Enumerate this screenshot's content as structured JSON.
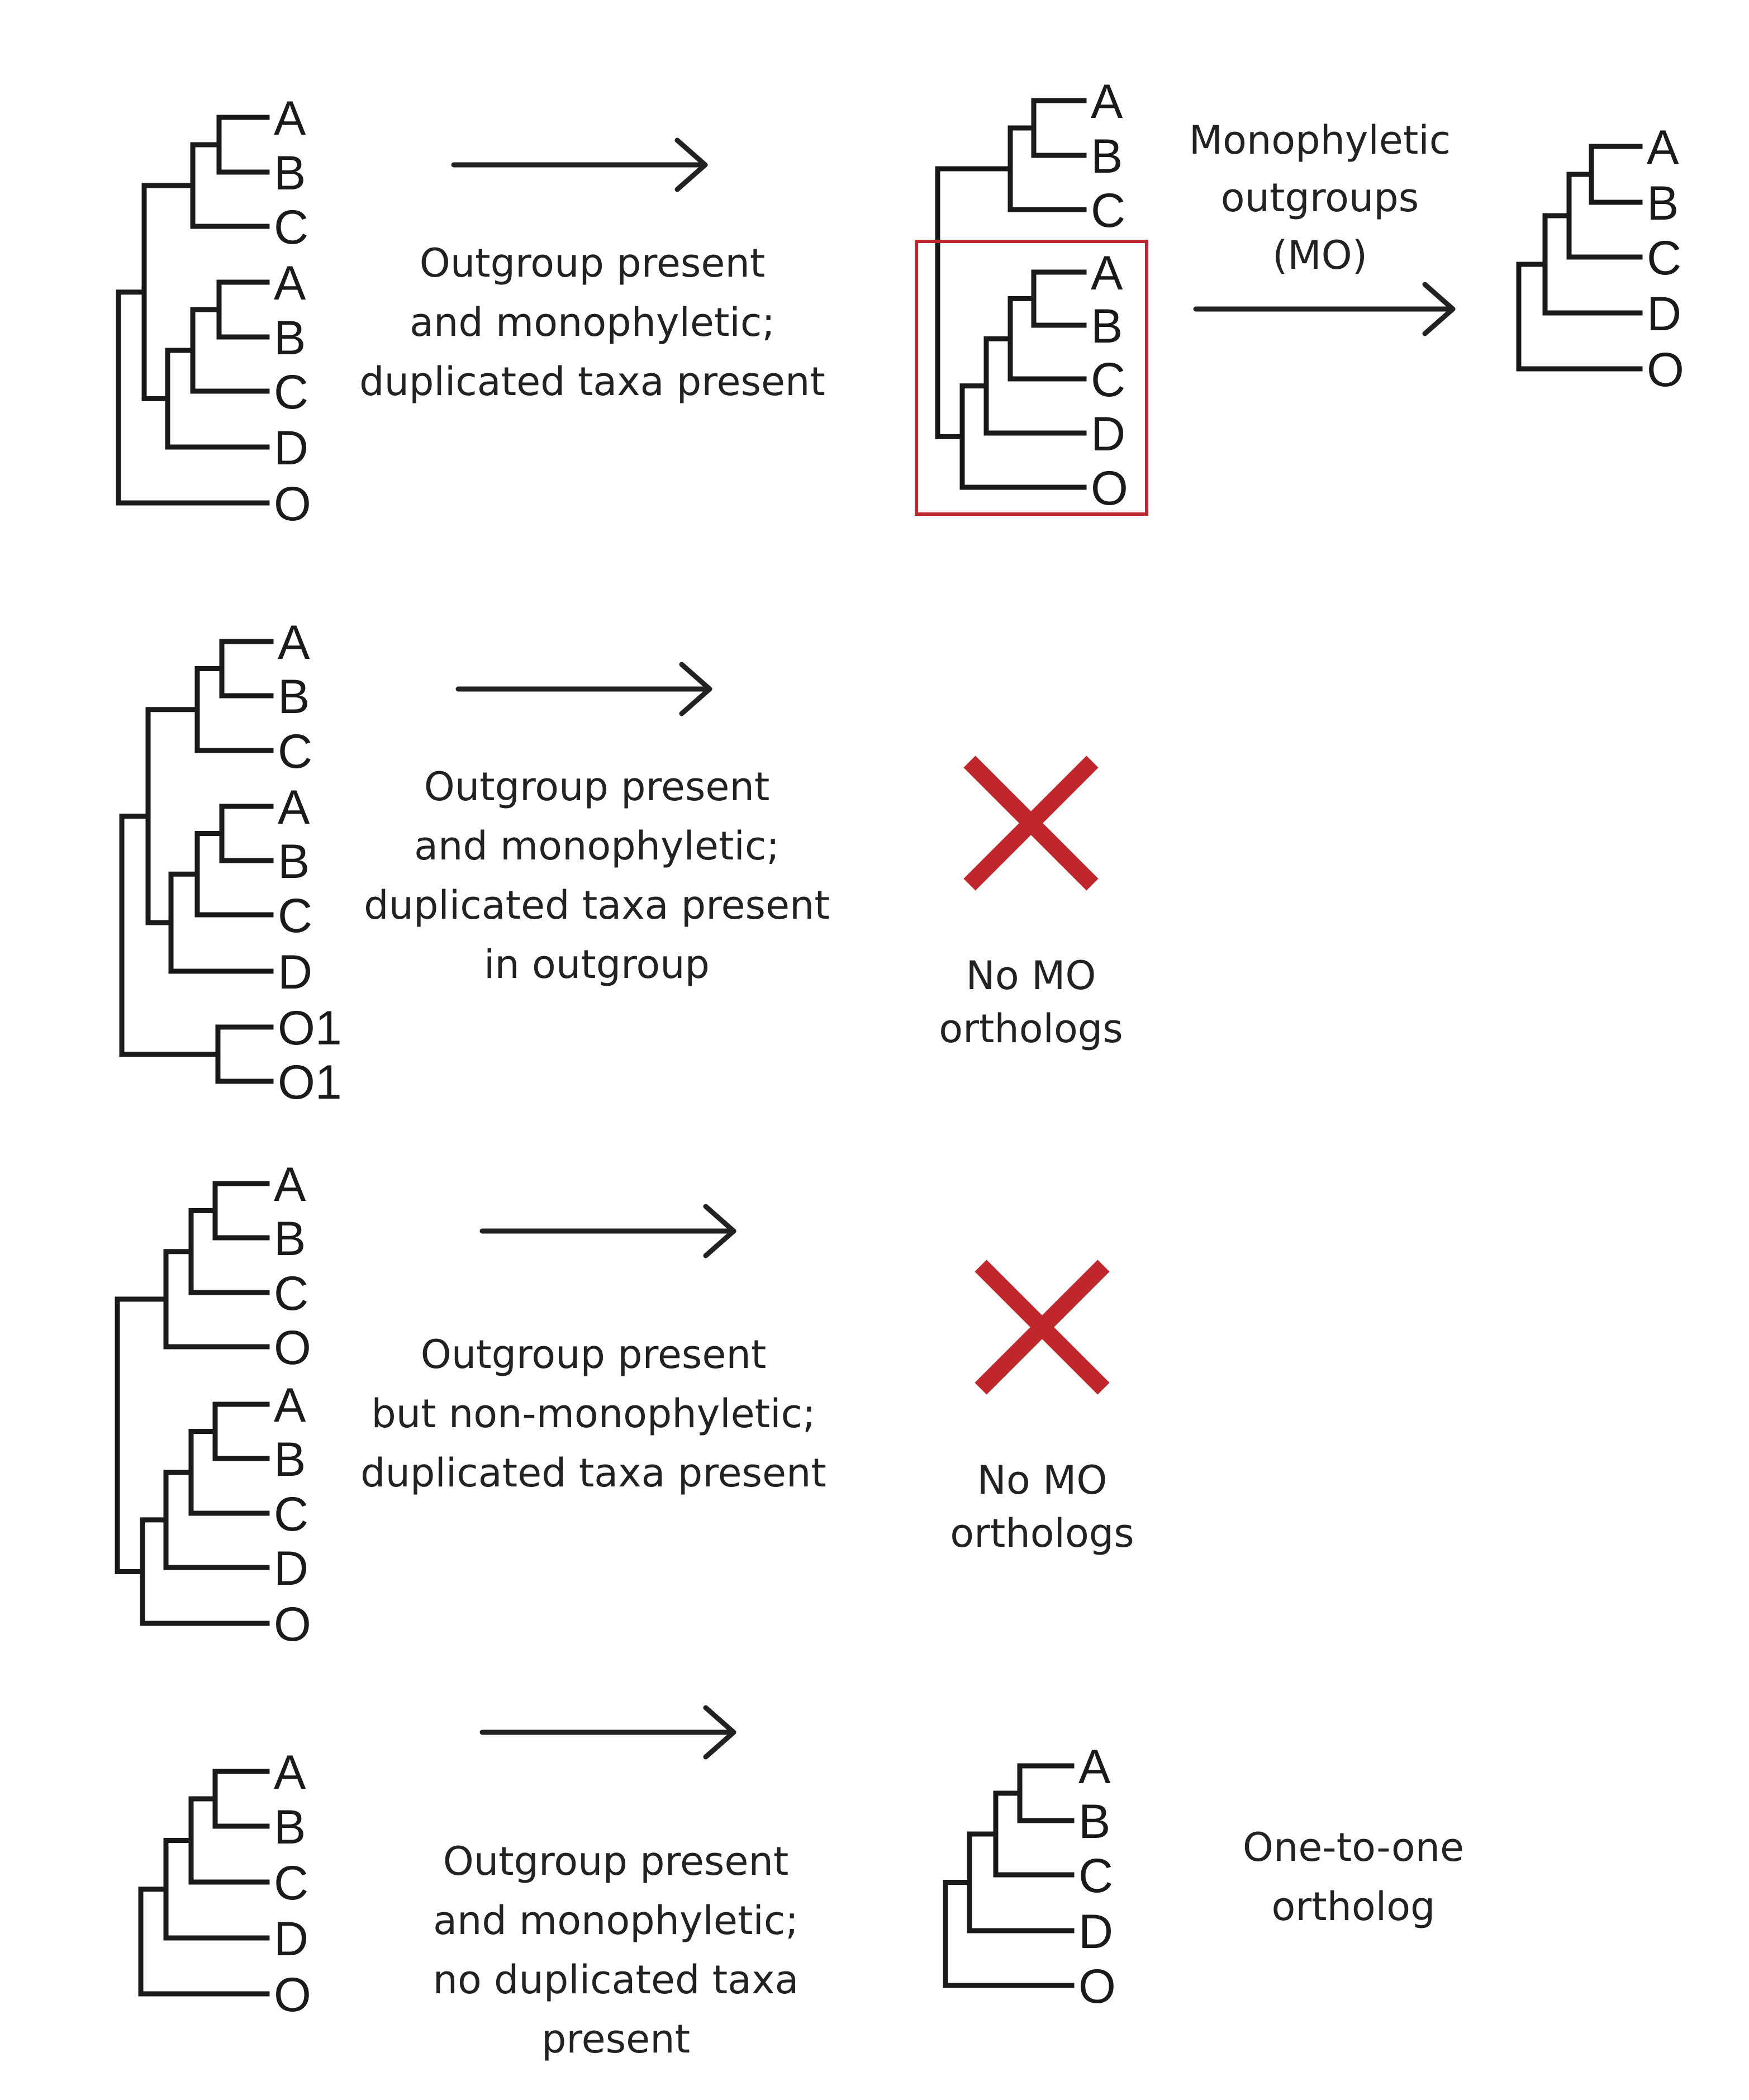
{
  "colors": {
    "highlight": "#c0272d",
    "line": "#1a1a1a",
    "text": "#222222"
  },
  "rows": [
    {
      "input_tree": {
        "leaves": [
          "A",
          "B",
          "C",
          "A",
          "B",
          "C",
          "D",
          "O"
        ]
      },
      "condition": [
        "Outgroup present",
        "and monophyletic;",
        "duplicated taxa present"
      ],
      "result_tree": {
        "leaves": [
          "A",
          "B",
          "C",
          "A",
          "B",
          "C",
          "D",
          "O"
        ]
      },
      "step_label": [
        "Monophyletic",
        "outgroups",
        "(MO)"
      ],
      "final_tree": {
        "leaves": [
          "A",
          "B",
          "C",
          "D",
          "O"
        ]
      }
    },
    {
      "input_tree": {
        "leaves": [
          "A",
          "B",
          "C",
          "A",
          "B",
          "C",
          "D",
          "O1",
          "O1"
        ]
      },
      "condition": [
        "Outgroup present",
        "and monophyletic;",
        "duplicated taxa present",
        "in outgroup"
      ],
      "result_icon": "x-mark",
      "result_text": [
        "No MO",
        "orthologs"
      ]
    },
    {
      "input_tree": {
        "leaves": [
          "A",
          "B",
          "C",
          "O",
          "A",
          "B",
          "C",
          "D",
          "O"
        ]
      },
      "condition": [
        "Outgroup present",
        "but non-monophyletic;",
        "duplicated taxa present"
      ],
      "result_icon": "x-mark",
      "result_text": [
        "No MO",
        "orthologs"
      ]
    },
    {
      "input_tree": {
        "leaves": [
          "A",
          "B",
          "C",
          "D",
          "O"
        ]
      },
      "condition": [
        "Outgroup present",
        "and monophyletic;",
        "no duplicated taxa",
        "present"
      ],
      "result_tree": {
        "leaves": [
          "A",
          "B",
          "C",
          "D",
          "O"
        ]
      },
      "result_text": [
        "One-to-one",
        "ortholog"
      ]
    }
  ]
}
